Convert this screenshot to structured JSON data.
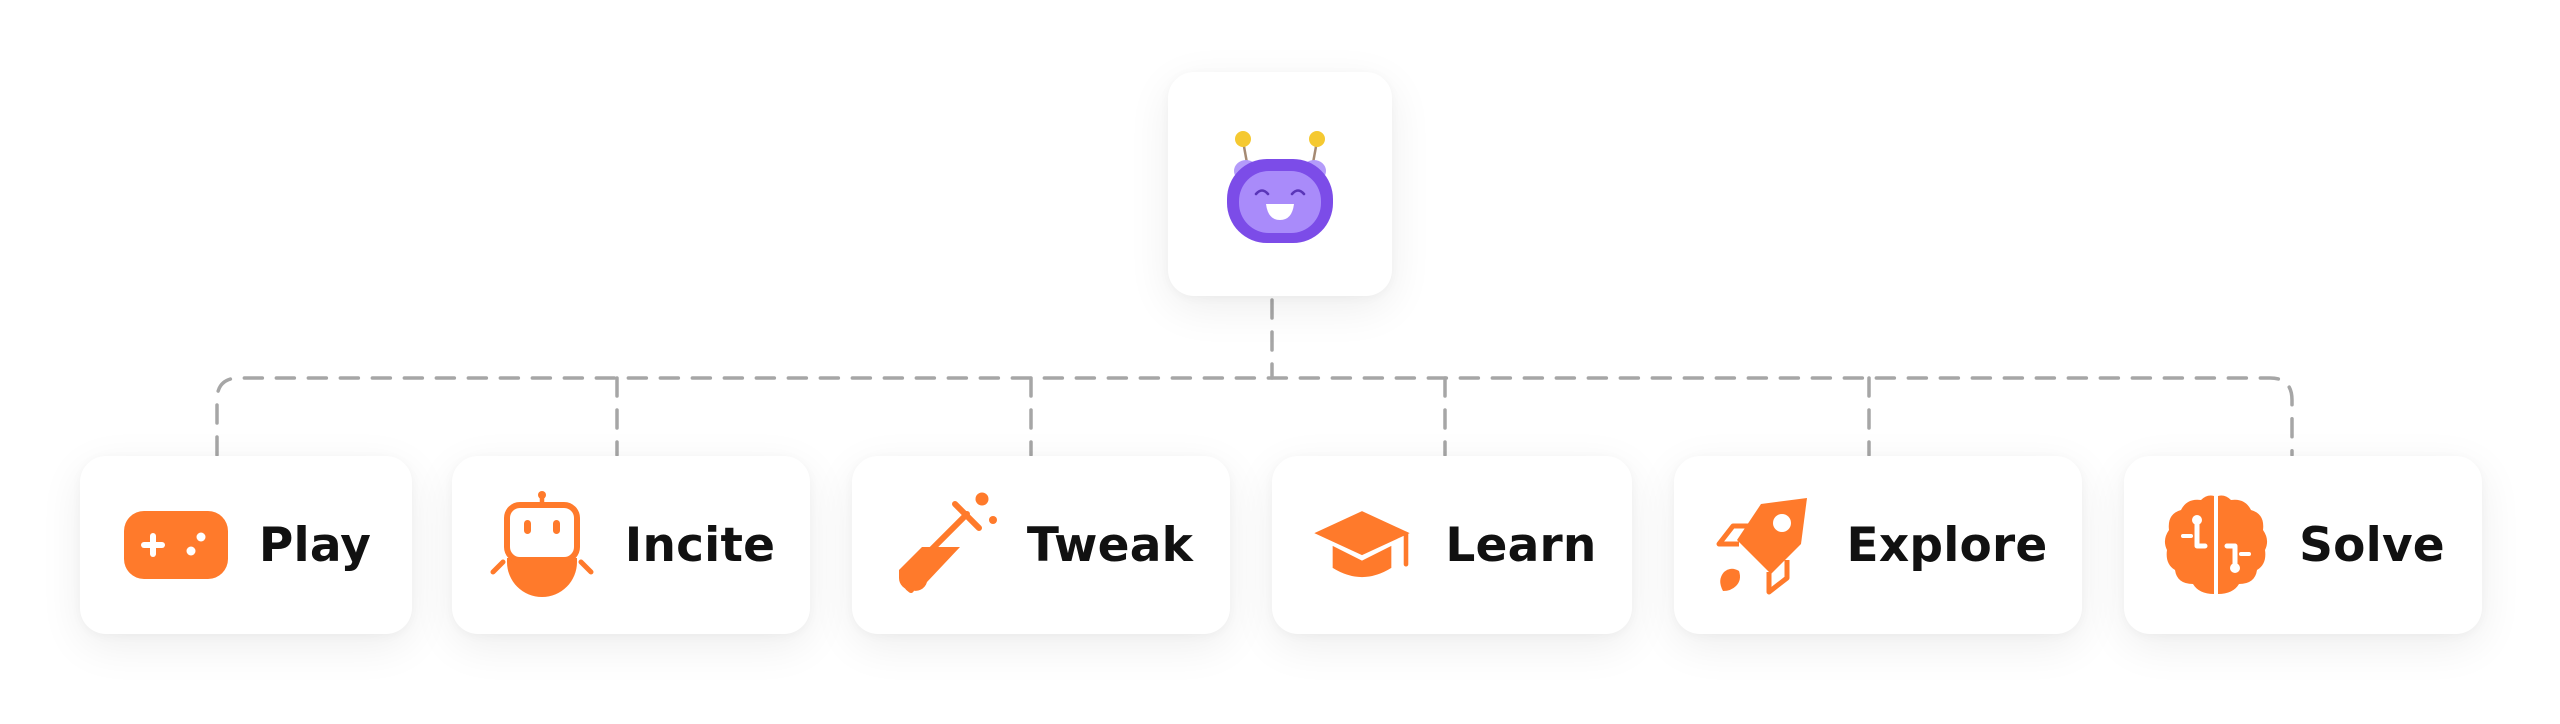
{
  "root": {
    "icon": "robot-mascot-icon"
  },
  "accent_color": "#FF7A2B",
  "root_colors": {
    "face": "#7C4CE8",
    "screen": "#A98BFA",
    "ears": "#B49BFA",
    "antenna": "#F5C931"
  },
  "connector_color": "#A6A6A6",
  "children": [
    {
      "label": "Play",
      "icon": "gamepad-icon"
    },
    {
      "label": "Incite",
      "icon": "robot-head-icon"
    },
    {
      "label": "Tweak",
      "icon": "test-tube-icon"
    },
    {
      "label": "Learn",
      "icon": "graduation-cap-icon"
    },
    {
      "label": "Explore",
      "icon": "rocket-icon"
    },
    {
      "label": "Solve",
      "icon": "brain-circuit-icon"
    }
  ]
}
